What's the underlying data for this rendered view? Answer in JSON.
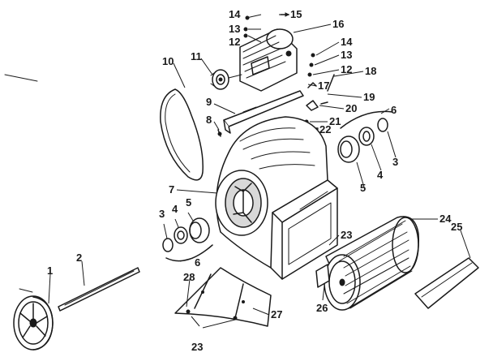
{
  "callouts": [
    {
      "id": "1",
      "text": "1"
    },
    {
      "id": "2",
      "text": "2"
    },
    {
      "id": "3a",
      "text": "3"
    },
    {
      "id": "3b",
      "text": "3"
    },
    {
      "id": "4a",
      "text": "4"
    },
    {
      "id": "4b",
      "text": "4"
    },
    {
      "id": "5a",
      "text": "5"
    },
    {
      "id": "5b",
      "text": "5"
    },
    {
      "id": "6a",
      "text": "6"
    },
    {
      "id": "6b",
      "text": "6"
    },
    {
      "id": "7",
      "text": "7"
    },
    {
      "id": "8",
      "text": "8"
    },
    {
      "id": "9",
      "text": "9"
    },
    {
      "id": "10",
      "text": "10"
    },
    {
      "id": "11",
      "text": "11"
    },
    {
      "id": "12a",
      "text": "12"
    },
    {
      "id": "12b",
      "text": "12"
    },
    {
      "id": "13a",
      "text": "13"
    },
    {
      "id": "13b",
      "text": "13"
    },
    {
      "id": "14a",
      "text": "14"
    },
    {
      "id": "14b",
      "text": "14"
    },
    {
      "id": "15",
      "text": "15"
    },
    {
      "id": "16",
      "text": "16"
    },
    {
      "id": "17",
      "text": "17"
    },
    {
      "id": "18",
      "text": "18"
    },
    {
      "id": "19",
      "text": "19"
    },
    {
      "id": "20",
      "text": "20"
    },
    {
      "id": "21",
      "text": "21"
    },
    {
      "id": "22",
      "text": "22"
    },
    {
      "id": "23a",
      "text": "23"
    },
    {
      "id": "23b",
      "text": "23"
    },
    {
      "id": "24",
      "text": "24"
    },
    {
      "id": "25",
      "text": "25"
    },
    {
      "id": "26",
      "text": "26"
    },
    {
      "id": "27",
      "text": "27"
    },
    {
      "id": "28",
      "text": "28"
    }
  ]
}
